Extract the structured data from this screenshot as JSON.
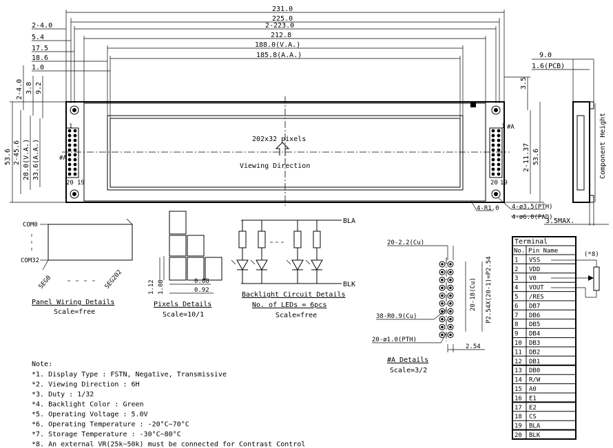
{
  "dimensions": {
    "top": [
      "231.0",
      "225.0",
      "2-223.0",
      "212.8",
      "188.0(V.A.)",
      "185.8(A.A.)"
    ],
    "left_offsets": [
      "2-4.0",
      "5.4",
      "17.5",
      "18.6",
      "1.0"
    ],
    "left_vertical": [
      "2-4.0",
      "3.8",
      "9.2"
    ],
    "left_height": [
      "53.6",
      "2-45.6",
      "28.0(V.A.)",
      "33.6(A.A.)"
    ],
    "right_vertical": [
      "3.5",
      "2-11.37",
      "53.6"
    ],
    "side": [
      "9.0",
      "1.6(PCB)",
      "3.5MAX."
    ],
    "holes": [
      "4-R1.0",
      "4-ø3.5(PTH)",
      "4-ø6.0(PAD)"
    ],
    "component_height": "Component Height"
  },
  "display": {
    "pixels": "202x32 pixels",
    "direction": "Viewing Direction",
    "pin_top": "1",
    "pin_bottom_left": "20",
    "pin_bottom_right": "19",
    "conn_label": "#A"
  },
  "panel_wiring": {
    "com0": "COM0",
    "com32": "COM32",
    "seg0": "SEG0",
    "seg202": "SEG202",
    "title": "Panel Wiring Details",
    "scale": "Scale=free"
  },
  "pixels_details": {
    "d1": "0.88",
    "d2": "0.92",
    "h1": "1.12",
    "h2": "1.08",
    "title": "Pixels Details",
    "scale": "Scale=10/1"
  },
  "backlight": {
    "bla": "BLA",
    "blk": "BLK",
    "title": "Backlight Circuit Details",
    "leds": "No. of LEDs = 6pcs",
    "scale": "Scale=free"
  },
  "a_details": {
    "pads": "20-2.2(Cu)",
    "pitch": "20-18(Cu)",
    "pitch_total": "P2.54X(20-1)=P2.54",
    "radius": "38-R0.9(Cu)",
    "pth": "20-ø1.0(PTH)",
    "spacing": "2.54",
    "title": "#A Details",
    "scale": "Scale=3/2"
  },
  "terminal": {
    "title": "Terminal",
    "headers": [
      "No.",
      "Pin Name"
    ],
    "rows": [
      [
        "1",
        "VSS"
      ],
      [
        "2",
        "VDD"
      ],
      [
        "3",
        "V0"
      ],
      [
        "4",
        "VOUT"
      ],
      [
        "5",
        "/RES"
      ],
      [
        "6",
        "DB7"
      ],
      [
        "7",
        "DB6"
      ],
      [
        "8",
        "DB5"
      ],
      [
        "9",
        "DB4"
      ],
      [
        "10",
        "DB3"
      ],
      [
        "11",
        "DB2"
      ],
      [
        "12",
        "DB1"
      ],
      [
        "13",
        "DB0"
      ],
      [
        "14",
        "R/W"
      ],
      [
        "15",
        "A0"
      ],
      [
        "16",
        "E1"
      ],
      [
        "17",
        "E2"
      ],
      [
        "18",
        "CS"
      ],
      [
        "19",
        "BLA"
      ],
      [
        "20",
        "BLK"
      ]
    ],
    "vr_label": "(*8)"
  },
  "notes": {
    "title": "Note:",
    "items": [
      "*1. Display Type : FSTN, Negative, Transmissive",
      "*2. Viewing Direction : 6H",
      "*3. Duty : 1/32",
      "*4. Backlight Color : Green",
      "*5. Operating Voltage : 5.0V",
      "*6. Operating Temperature : -20°C~70°C",
      "*7. Storage Temperature : -30°C~80°C",
      "*8. An external VR(25k~50k) must be connected for Contrast Control"
    ]
  }
}
